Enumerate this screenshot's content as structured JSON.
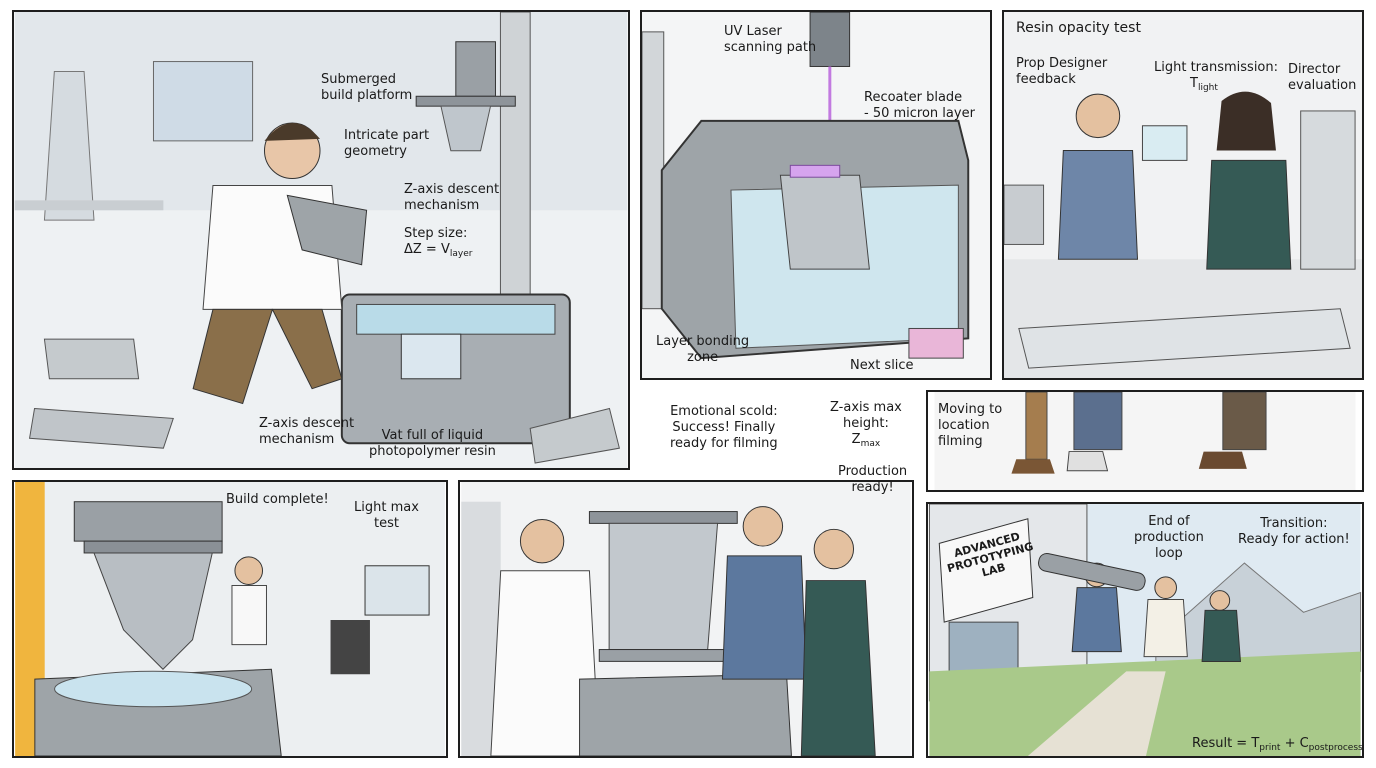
{
  "panels": {
    "lab": {
      "submerged_platform": [
        "Submerged",
        "build platform"
      ],
      "intricate_part": [
        "Intricate part",
        "geometry"
      ],
      "zaxis_mechanism_top": [
        "Z-axis descent",
        "mechanism"
      ],
      "step_size_label": "Step size:",
      "step_formula": "ΔZ = V",
      "step_formula_sub": "layer",
      "zaxis_mechanism_bottom": [
        "Z-axis descent",
        "mechanism"
      ],
      "vat_resin": [
        "Vat full of liquid",
        "photopolymer resin"
      ]
    },
    "vat": {
      "uv_laser": [
        "UV Laser",
        "scanning path"
      ],
      "recoater": [
        "Recoater blade",
        "- 50 micron layer"
      ],
      "bonding_zone": [
        "Layer bonding",
        "zone"
      ],
      "next_slice": "Next slice"
    },
    "opacity": {
      "title": "Resin opacity test",
      "prop_designer": [
        "Prop Designer",
        "feedback"
      ],
      "light_transmission": "Light transmission:",
      "t_light_main": "T",
      "t_light_sub": "light",
      "director": [
        "Director",
        "evaluation"
      ]
    },
    "moving": {
      "label": [
        "Moving to",
        "location",
        "filming"
      ]
    },
    "build": {
      "complete": "Build complete!",
      "light_max": [
        "Light max",
        "test"
      ]
    },
    "success": {
      "scold": [
        "Emotional scold:",
        "Success! Finally",
        "ready for filming"
      ],
      "zmax_label": [
        "Z-axis max",
        "height:"
      ],
      "zmax_main": "Z",
      "zmax_sub": "max",
      "production": [
        "Production",
        "ready!"
      ]
    },
    "exit": {
      "sign": [
        "ADVANCED",
        "PROTOTYPING",
        "LAB"
      ],
      "end_loop": [
        "End of",
        "production",
        "loop"
      ],
      "transition": [
        "Transition:",
        "Ready for action!"
      ],
      "result_prefix": "Result = T",
      "result_sub1": "print",
      "result_mid": " + C",
      "result_sub2": "postprocessing"
    }
  }
}
